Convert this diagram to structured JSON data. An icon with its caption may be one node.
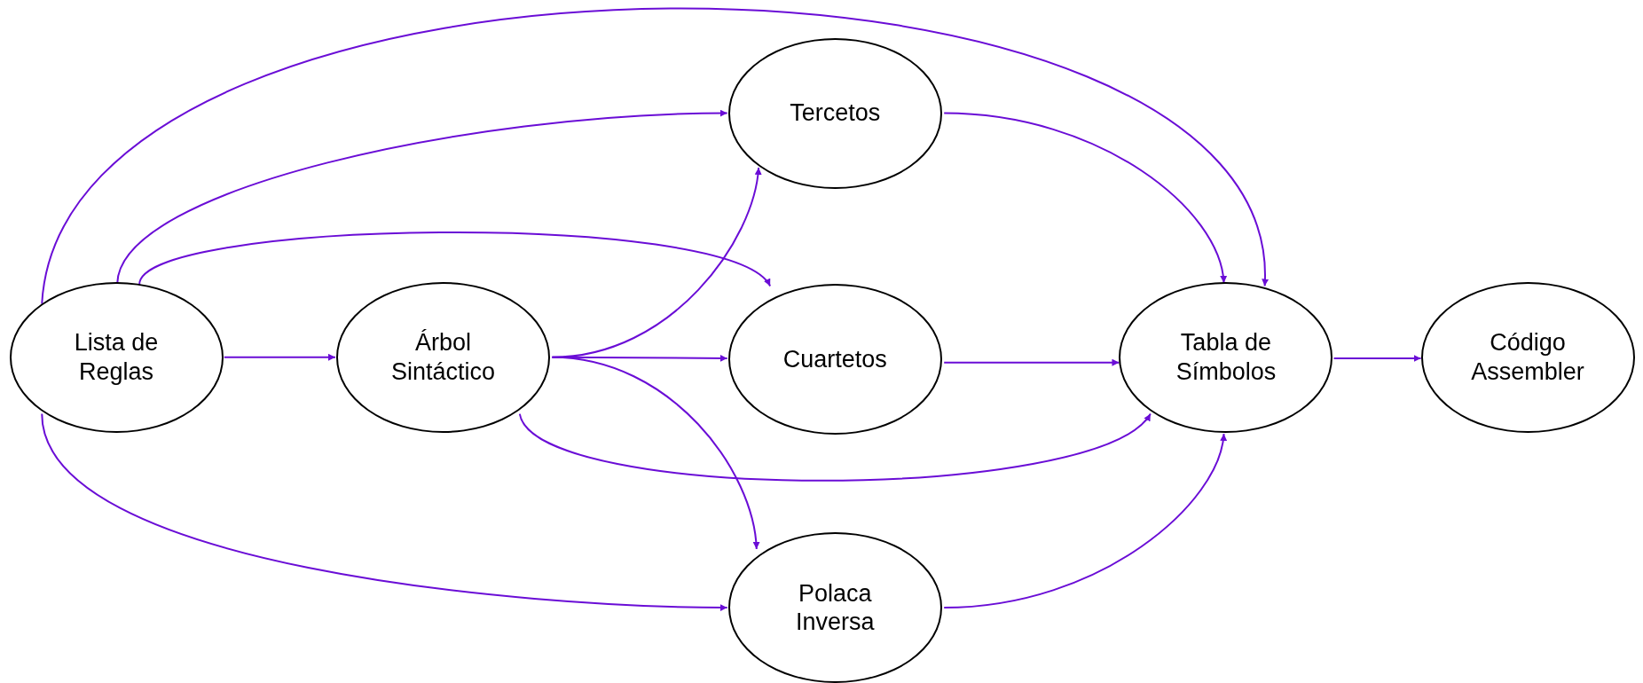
{
  "diagram": {
    "nodes": [
      {
        "text": [
          "Lista de Reglas"
        ]
      },
      {
        "text": [
          "Árbol Sintáctico"
        ]
      },
      {
        "text": [
          "Tercetos"
        ]
      },
      {
        "text": [
          "Cuartetos"
        ]
      },
      {
        "text": [
          "Polaca Inversa"
        ]
      },
      {
        "text": [
          "Tabla de Símbolos"
        ]
      },
      {
        "text": [
          "Código Assembler"
        ]
      }
    ],
    "edges": [
      {
        "from": 0,
        "to": 1,
        "arrow": "to"
      },
      {
        "from": 0,
        "to": 2,
        "arrow": "to"
      },
      {
        "from": 0,
        "to": 3,
        "arrow": "to"
      },
      {
        "from": 0,
        "to": 5,
        "arrow": "to"
      },
      {
        "from": 0,
        "to": 4,
        "arrow": "to"
      },
      {
        "from": 1,
        "to": 2,
        "arrow": "to"
      },
      {
        "from": 1,
        "to": 3,
        "arrow": "to"
      },
      {
        "from": 1,
        "to": 4,
        "arrow": "to"
      },
      {
        "from": 1,
        "to": 5,
        "arrow": "to"
      },
      {
        "from": 2,
        "to": 5,
        "arrow": "to"
      },
      {
        "from": 3,
        "to": 5,
        "arrow": "to"
      },
      {
        "from": 4,
        "to": 5,
        "arrow": "to"
      },
      {
        "from": 5,
        "to": 6,
        "arrow": "to"
      }
    ]
  }
}
